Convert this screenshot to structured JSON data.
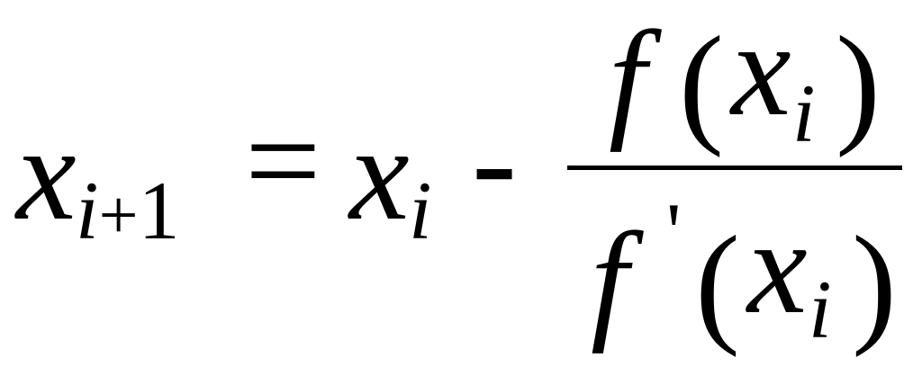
{
  "formula": {
    "lhs": {
      "variable": "x",
      "subscript_index": "i",
      "subscript_plus": "+",
      "subscript_one": "1"
    },
    "equals": "=",
    "rhs_term": {
      "variable": "x",
      "subscript": "i"
    },
    "minus": "-",
    "fraction": {
      "numerator": {
        "function": "f",
        "open_paren": "(",
        "variable": "x",
        "subscript": "i",
        "close_paren": ")"
      },
      "denominator": {
        "function": "f",
        "prime": "'",
        "open_paren": "(",
        "variable": "x",
        "subscript": "i",
        "close_paren": ")"
      }
    }
  }
}
